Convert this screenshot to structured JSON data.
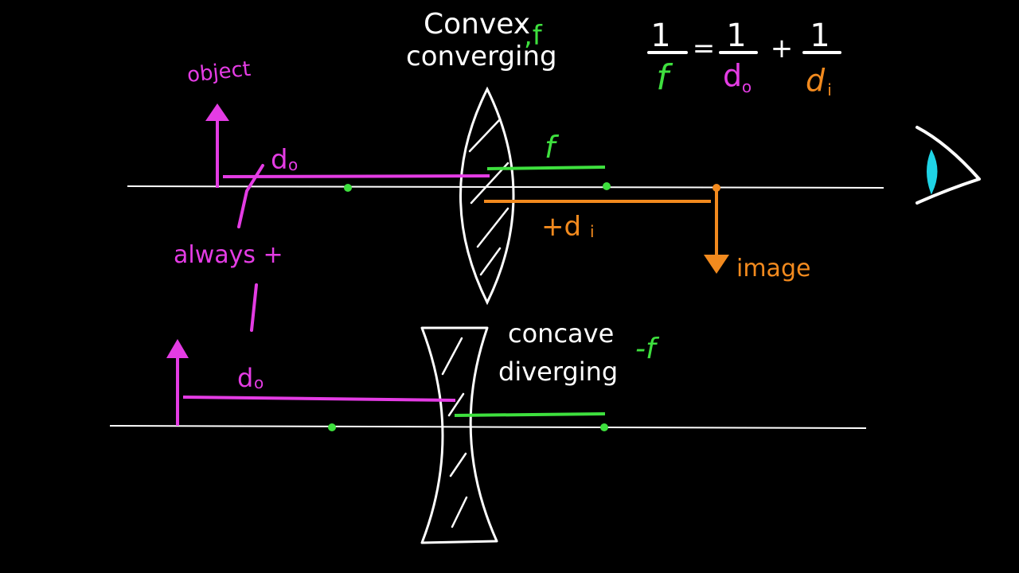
{
  "colors": {
    "background": "#000000",
    "chalk": "#ffffff",
    "magenta": "#e43ce4",
    "green": "#3ee03e",
    "orange": "#f28a1e",
    "cyan": "#1fd4e6"
  },
  "icons": [
    "eye-icon",
    "object-arrow-icon",
    "image-arrow-icon"
  ],
  "formula": {
    "one_a": "1",
    "f": "f",
    "equals": "=",
    "one_b": "1",
    "d_o": "d",
    "d_o_sub": "o",
    "plus": "+",
    "one_c": "1",
    "d_i": "d",
    "d_i_sub": "i"
  },
  "convex": {
    "title": "Convex",
    "title_f": ",f",
    "subtitle": "converging",
    "f_label": "f",
    "do_label": "d",
    "do_sub": "o",
    "di_label": "+d",
    "di_sub": "i",
    "object_label": "object",
    "image_label": "image"
  },
  "note": {
    "always": "always +"
  },
  "concave": {
    "title": "concave",
    "subtitle": "diverging",
    "f_label": "-f",
    "do_label": "d",
    "do_sub": "o"
  }
}
